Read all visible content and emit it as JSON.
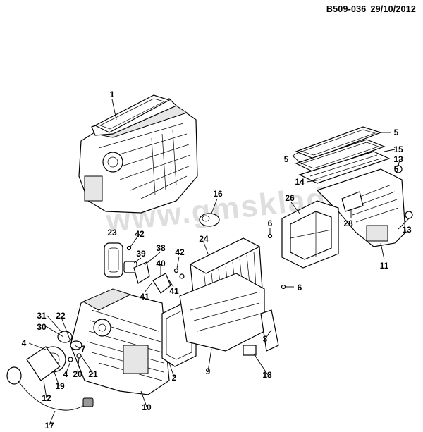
{
  "header": {
    "code": "B509-036",
    "date": "29/10/2012"
  },
  "watermark": "www.gmsklad.ru",
  "callouts": [
    "1",
    "5",
    "5",
    "15",
    "13",
    "5",
    "14",
    "26",
    "13",
    "28",
    "11",
    "16",
    "6",
    "23",
    "42",
    "24",
    "39",
    "38",
    "42",
    "40",
    "6",
    "41",
    "41",
    "31",
    "22",
    "30",
    "4",
    "7",
    "3",
    "4",
    "20",
    "21",
    "2",
    "19",
    "12",
    "9",
    "18",
    "10",
    "17"
  ]
}
